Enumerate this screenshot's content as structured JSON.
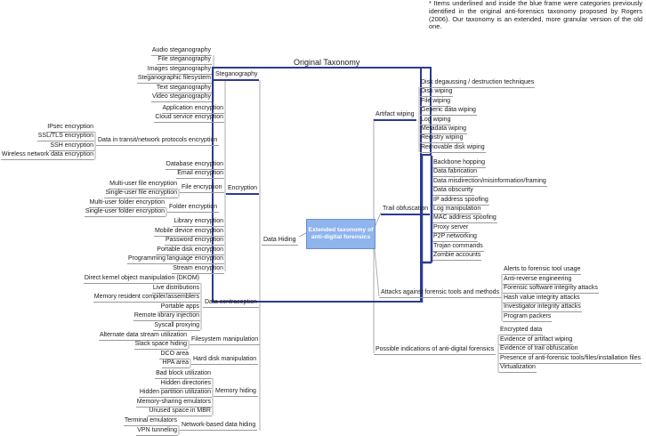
{
  "note": "* Items underlined and inside the blue frame were categories previously identified in the original anti-forensics taxonomy proposed by Rogers (2006). Our taxonomy is an extended, more granular version of the old one.",
  "original_label": "Original Taxonomy",
  "center": "Extended taxonomy of anti-digital forensics",
  "data_hiding": "Data Hiding",
  "steg": {
    "label": "Steganography",
    "items": [
      "Audio steganography",
      "File steganography",
      "Images steganography",
      "Steganographic filesystem",
      "Text steganography",
      "Video steganography"
    ]
  },
  "enc": {
    "label": "Encryption",
    "top": [
      "Application encryption",
      "Cloud service encryption"
    ],
    "transit": {
      "label": "Data in transit/network protocols encryption",
      "items": [
        "IPsec encryption",
        "SSL/TLS encryption",
        "SSH encryption",
        "Wireless network data encryption"
      ]
    },
    "mid": [
      "Database encryption",
      "Email encryption"
    ],
    "file": {
      "label": "File encryption",
      "items": [
        "Multi-user file encryption",
        "Single-user file encryption"
      ]
    },
    "folder": {
      "label": "Folder encryption",
      "items": [
        "Multi-user folder encryption",
        "Single-user folder encryption"
      ]
    },
    "bottom": [
      "Library encryption",
      "Mobile device encryption",
      "Password encryption",
      "Portable disk encryption",
      "Programming language encryption",
      "Stream encryption"
    ]
  },
  "contra": {
    "label": "Data contraception",
    "items": [
      "Direct kernel object manipulation (DKOM)",
      "Live distributions",
      "Memory resident compiler/assemblers",
      "Portable apps",
      "Remote library injection",
      "Syscall proxying"
    ]
  },
  "fsm": {
    "label": "Filesystem manipulation",
    "items": [
      "Alternate data stream utilization",
      "Slack space hiding"
    ]
  },
  "hdm": {
    "label": "Hard disk manipulation",
    "items": [
      "DCO area",
      "HPA area"
    ]
  },
  "mem": {
    "label": "Memory hiding",
    "items": [
      "Bad block utilization",
      "Hidden directories",
      "Hidden partition utilization",
      "Memory-sharing emulators",
      "Unused space in MBR"
    ]
  },
  "net": {
    "label": "Network-based data hiding",
    "items": [
      "Terminal emulators",
      "VPN tunneling"
    ]
  },
  "wipe": {
    "label": "Artifact wiping",
    "items": [
      "Disk degaussing / destruction techniques",
      "Disk wiping",
      "File wiping",
      "Generic data wiping",
      "Log wiping",
      "Metadata wiping",
      "Registry wiping",
      "Removable disk wiping"
    ]
  },
  "trail": {
    "label": "Trail obfuscation",
    "items": [
      "Backbone hopping",
      "Data fabrication",
      "Data misdirection/misinformation/framing",
      "Data obscurity",
      "IP address spoofing",
      "Log manipulation",
      "MAC address spoofing",
      "Proxy server",
      "P2P networking",
      "Trojan commands",
      "Zombie accounts"
    ]
  },
  "attack": {
    "label": "Attacks against forensic tools and methods",
    "items": [
      "Alerts to forensic tool usage",
      "Anti-reverse engineering",
      "Forensic software integrity attacks",
      "Hash value integrity attacks",
      "Investigator integrity attacks",
      "Program packers"
    ]
  },
  "poss": {
    "label": "Possible indications of anti-digital forensics",
    "items": [
      "Encrypted data",
      "Evidence of artifact wiping",
      "Evidence of trail obfuscation",
      "Presence of anti-forensic tools/files/installation files",
      "Virtualization"
    ]
  },
  "colors": {
    "frame": "#2c3b91",
    "center": "#8fb4ee",
    "line": "#9a9a9a"
  }
}
